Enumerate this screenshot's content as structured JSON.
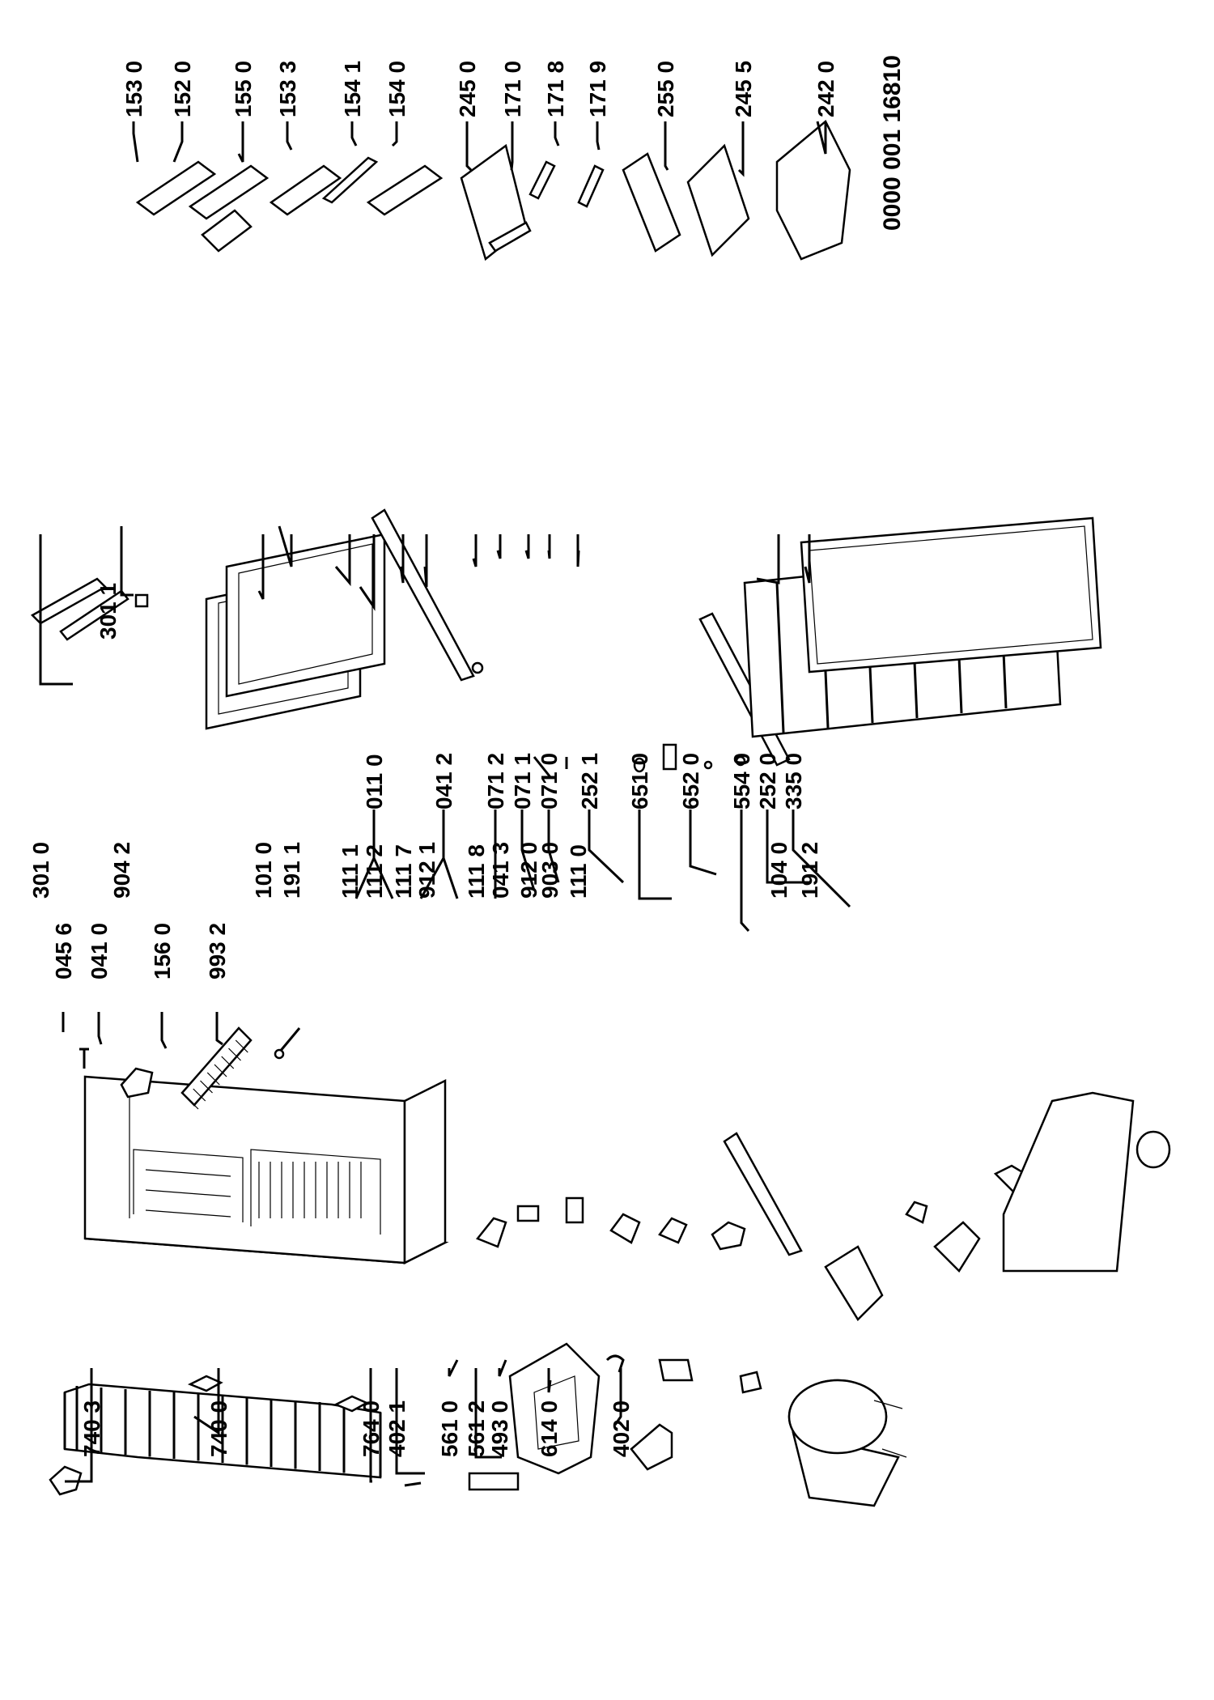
{
  "document_id": "0000 001 16810",
  "labels": {
    "p7403": "740 3",
    "p7400": "740 0",
    "p7640": "764 0",
    "p4021": "402 1",
    "p5610": "561 0",
    "p5612": "561 2",
    "p4930": "493 0",
    "p6140": "614 0",
    "p4020": "402 0",
    "p0110": "011 0",
    "p0412": "041 2",
    "p0712": "071 2",
    "p0711": "071 1",
    "p0710": "071 0",
    "p2521": "252 1",
    "p6510": "651 0",
    "p6520": "652 0",
    "p5540": "554 0",
    "p2520": "252 0",
    "p3350": "335 0",
    "p0456": "045 6",
    "p0410": "041 0",
    "p1560": "156 0",
    "p9932": "993 2",
    "p3010": "301 0",
    "p9042": "904 2",
    "p1010": "101 0",
    "p1911": "191 1",
    "p3011": "301 1",
    "p1111": "111 1",
    "p1112": "111 2",
    "p1117": "111 7",
    "p9121": "912 1",
    "p1118": "111 8",
    "p0413": "041 3",
    "p9120": "912 0",
    "p9030": "903 0",
    "p1110": "111 0",
    "p1040": "104 0",
    "p1912": "191 2",
    "p1530": "153 0",
    "p1520": "152 0",
    "p1550": "155 0",
    "p1533": "153 3",
    "p1541": "154 1",
    "p1540": "154 0",
    "p2450": "245 0",
    "p1710": "171 0",
    "p1718": "171 8",
    "p1719": "171 9",
    "p2550": "255 0",
    "p2455": "245 5",
    "p2420": "242 0"
  }
}
